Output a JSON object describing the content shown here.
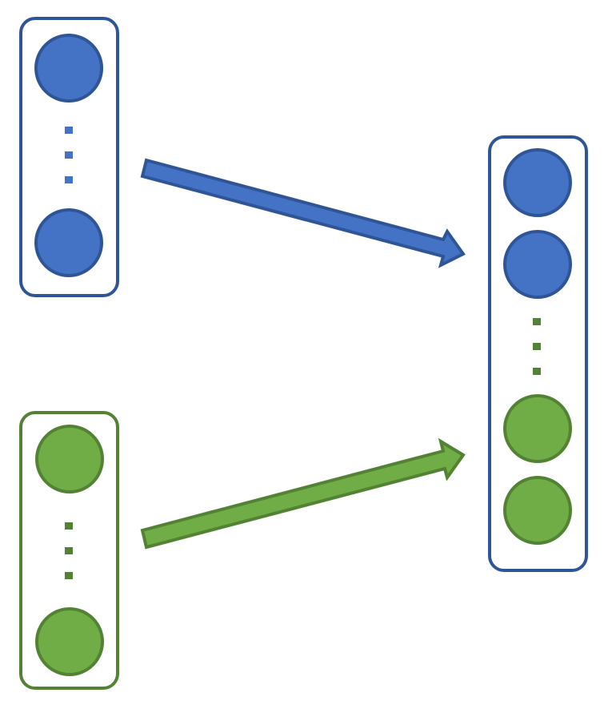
{
  "colors": {
    "blue_fill": "#4472C4",
    "blue_stroke": "#2F5597",
    "green_fill": "#70AD47",
    "green_stroke": "#548235",
    "container_fill": "#FFFFFF"
  },
  "diagram": {
    "groups": [
      {
        "id": "blue-input",
        "color": "blue",
        "visible_nodes": 2,
        "ellipsis": true
      },
      {
        "id": "green-input",
        "color": "green",
        "visible_nodes": 2,
        "ellipsis": true
      },
      {
        "id": "combined-output",
        "colors": [
          "blue",
          "blue",
          "green",
          "green"
        ],
        "ellipsis": true
      }
    ],
    "connections": [
      {
        "from": "blue-input",
        "to": "combined-output",
        "color": "blue"
      },
      {
        "from": "green-input",
        "to": "combined-output",
        "color": "green"
      }
    ]
  }
}
